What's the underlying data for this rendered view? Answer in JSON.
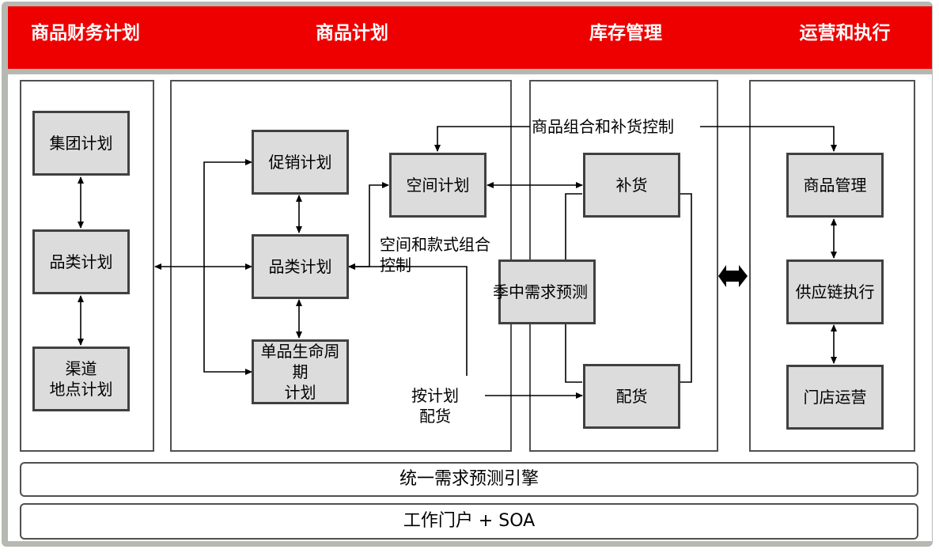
{
  "header": {
    "columns": [
      "商品财务计划",
      "商品计划",
      "库存管理",
      "运营和执行"
    ]
  },
  "finance_column": {
    "boxes": [
      "集团计划",
      "品类计划",
      "渠道\n地点计划"
    ]
  },
  "merch_column": {
    "boxes": [
      "促销计划",
      "品类计划",
      "单品生命周期\n计划",
      "空间计划"
    ],
    "labels": [
      "空间和款式组合\n控制",
      "按计划\n配货"
    ]
  },
  "inventory_column": {
    "boxes": [
      "补货",
      "季中需求预测",
      "配货"
    ],
    "labels": [
      "商品组合和补货控制"
    ]
  },
  "ops_column": {
    "boxes": [
      "商品管理",
      "供应链执行",
      "门店运营"
    ]
  },
  "bottom_bars": [
    "统一需求预测引擎",
    "工作门户 + SOA"
  ],
  "colors": {
    "header_red": "#ee0000",
    "frame_gray": "#b5b9b1",
    "box_fill": "#dcdcdc",
    "border_dark": "#404040"
  }
}
